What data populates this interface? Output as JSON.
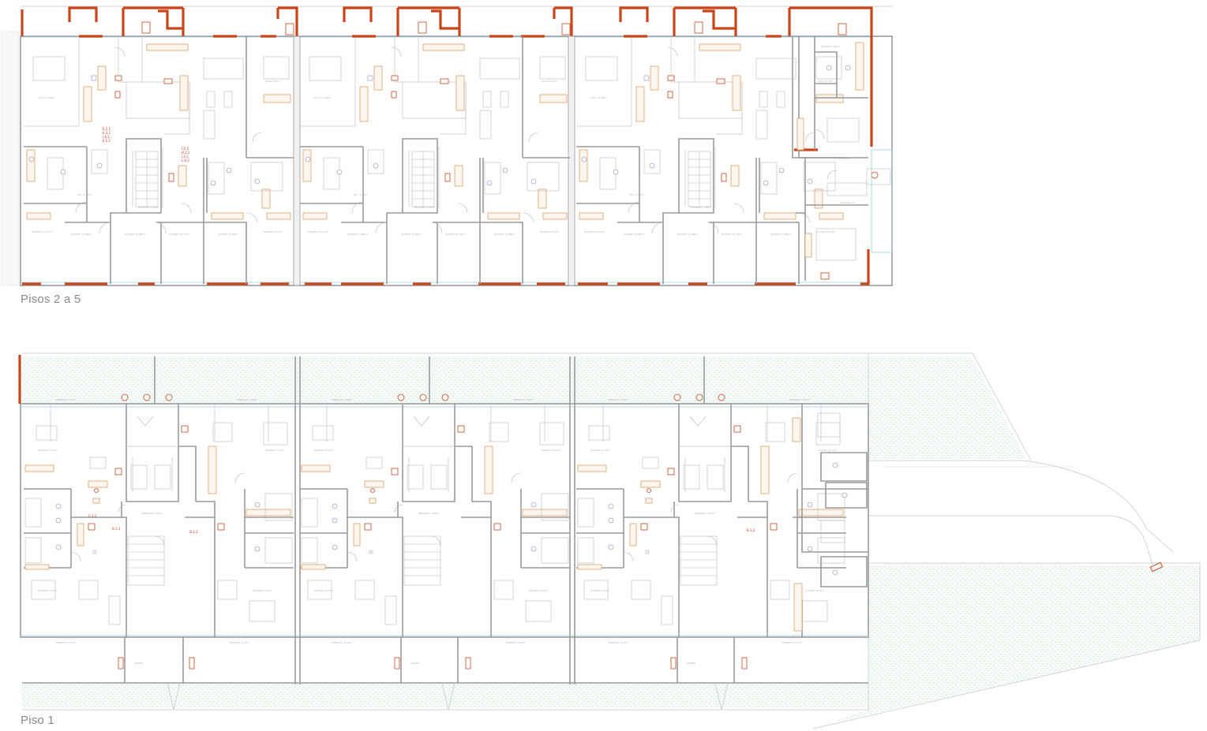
{
  "titles": {
    "upper_plan": "Pisos 2 a 5",
    "lower_plan": "Piso 1"
  },
  "colors": {
    "background": "#ffffff",
    "walls": "#9a9a9a",
    "exterior_facade": "#c8451b",
    "joinery": "#d9a066",
    "garden_hatch": "#dcefe2",
    "glazing": "#9ccde0",
    "label_text": "#8a8a8a"
  },
  "fixture_tags": {
    "upper_units": [
      "E.2.1",
      "E.3.1",
      "I.6.1",
      "E.5.1"
    ],
    "upper_units_b": [
      "F.2.2",
      "H.2.2",
      "I.2.2",
      "L.6.2"
    ],
    "lower_units": [
      "C.1.2",
      "B.1.1",
      "D.1.2",
      "B.1.2"
    ]
  }
}
